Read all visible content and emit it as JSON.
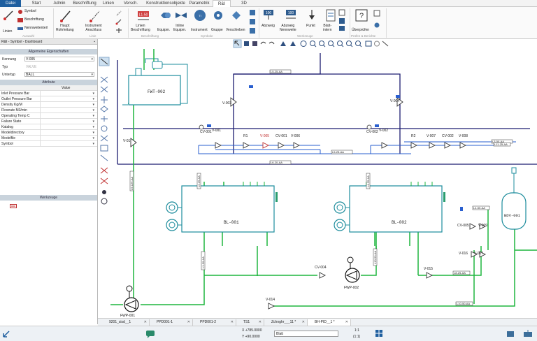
{
  "menu": {
    "tabs": [
      "Datei",
      "Start",
      "Admin",
      "Beschriftung",
      "Linien",
      "Versch.",
      "Konstruktionsobjekte",
      "Parametrik",
      "R&I",
      "3D"
    ]
  },
  "ribbon": {
    "symbol": "Symbol",
    "beschriftung": "Beschriftung",
    "nennweitenteil": "Nennweitenteil",
    "linien": "Linien",
    "group_auswahl": "Auswahl",
    "haupt_rohrleitung": "Haupt\nRohrleitung",
    "instrument_anschluss": "Instrument\nAnschluss",
    "group_linie": "Linie",
    "linien_beschriftung": "Linien\nBeschriftung",
    "equipm": "Equipm.",
    "inline_equipm": "Inline\nEquipm.",
    "instrument": "Instrument",
    "gruppe": "Gruppe",
    "verschieben": "Verschieben",
    "group_beschriftung": "Beschriftung",
    "group_symbole": "Symbole",
    "abzweig": "Abzweig",
    "abzweig_nennweite": "Abzweig\nNennweite",
    "punkt": "Punkt",
    "blatt_intern": "Blatt-\nintern",
    "group_werkzeuge": "Werkzeuge",
    "ueberpruefen": "Überprüfen",
    "group_pruefen": "Prüfen & Berichte"
  },
  "left_panel": {
    "title": "R&I - Symbol - Dashboard",
    "general_header": "Allgemeine Eigenschaften",
    "general": [
      {
        "label": "Kennung",
        "value": "V-005",
        "editable": true
      },
      {
        "label": "Typ",
        "value": "VALVE",
        "editable": false
      },
      {
        "label": "Untertyp",
        "value": "BALL",
        "editable": true
      }
    ],
    "attributes_header": "Attribute",
    "attributes_value_col": "Value",
    "attributes": [
      "Inlet Pressure Bar",
      "Outlet Pressure Bar",
      "Density Kg/M",
      "Flowrate M3/min",
      "Operating Temp C",
      "Failure State",
      "Katalog",
      "Modeldirectory",
      "Modelfile",
      "Symbol"
    ],
    "tools_header": "Werkzeuge"
  },
  "canvas": {
    "labels": {
      "fwt": "FWT-002",
      "bl1": "BL-001",
      "bl2": "BL-002",
      "bdv": "BDV-001",
      "fwp1": "FWP-001",
      "fwp2": "FWP-002",
      "v003": "V-003",
      "v004": "V-004",
      "v01": "V-01",
      "cv001": "CV-001",
      "v001": "V-001",
      "r1": "R1",
      "v005": "V-005",
      "cv001b": "CV-001",
      "v006": "V-006",
      "v002": "V-002",
      "cv002": "CV-002",
      "r2": "R2",
      "v007": "V-007",
      "cv002b": "CV-002",
      "v008": "V-008",
      "cv004": "CV-004",
      "v015": "V-015",
      "v014": "V-014",
      "cv005": "CV-005",
      "v009": "V-009",
      "v016": "V-016",
      "v017": "V-017"
    },
    "line_tags": [
      "L5-25-AA",
      "L5-25-AA",
      "L6-20-AA",
      "L3-50-AA",
      "L9-125-AA",
      "L1-50-AA",
      "L2-25-AA",
      "L13-50-AA",
      "L4-25-AA",
      "L4-50-AA",
      "L8-25-AA",
      "L10-50-AA",
      "L11-25-AA"
    ]
  },
  "doc_tabs": [
    "9201_sisd__1",
    "PPD001-1",
    "PPD001-2",
    "TS1",
    "Zchnghr___11 *",
    "BH-PID__1 *"
  ],
  "status": {
    "x": "X +785.0000",
    "y": "Y +90.0000",
    "sheet": "Blatt",
    "scale": "1:1",
    "scale2": "(1:1)"
  }
}
